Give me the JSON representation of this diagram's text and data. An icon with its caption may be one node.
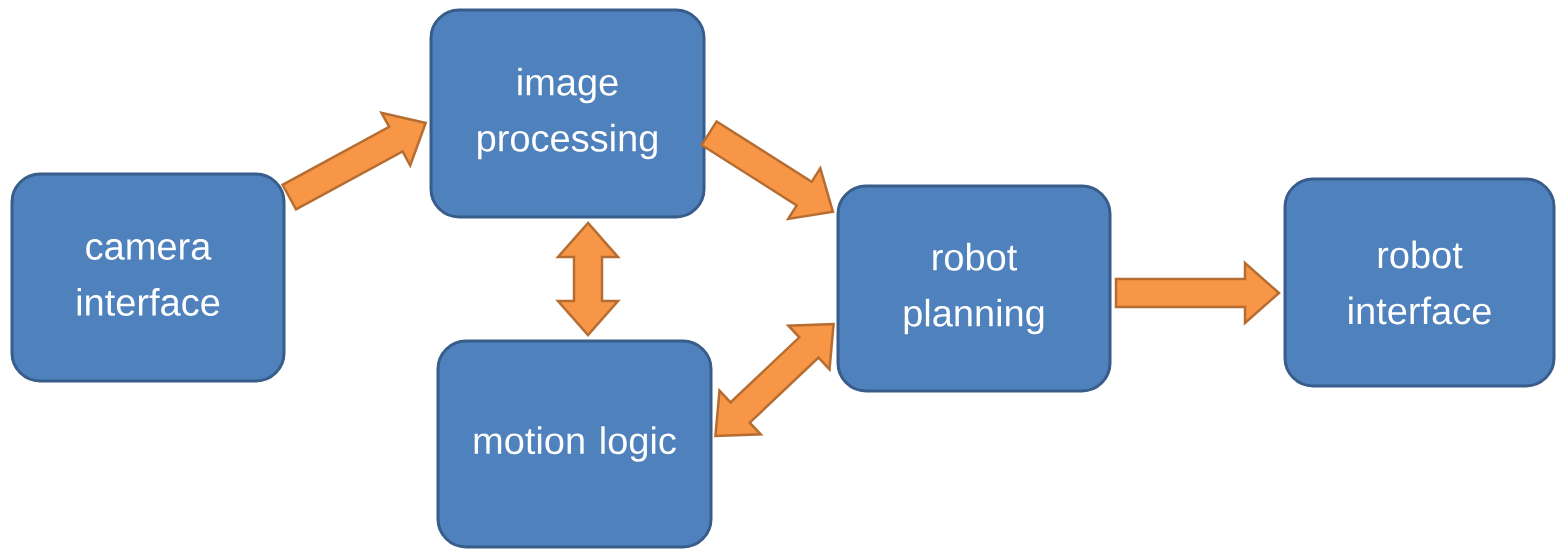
{
  "diagram": {
    "nodes": [
      {
        "text": [
          "camera interface"
        ]
      },
      {
        "text": [
          "image processing"
        ]
      },
      {
        "text": [
          "motion logic"
        ]
      },
      {
        "text": [
          "robot planning"
        ]
      },
      {
        "text": [
          "robot interface"
        ]
      }
    ],
    "edges": [
      {
        "from": 0,
        "to": 1,
        "arrow": "to"
      },
      {
        "from": 1,
        "to": 3,
        "arrow": "to"
      },
      {
        "from": 1,
        "to": 2,
        "arrow": "both"
      },
      {
        "from": 2,
        "to": 3,
        "arrow": "both"
      },
      {
        "from": 3,
        "to": 4,
        "arrow": "to"
      }
    ]
  }
}
